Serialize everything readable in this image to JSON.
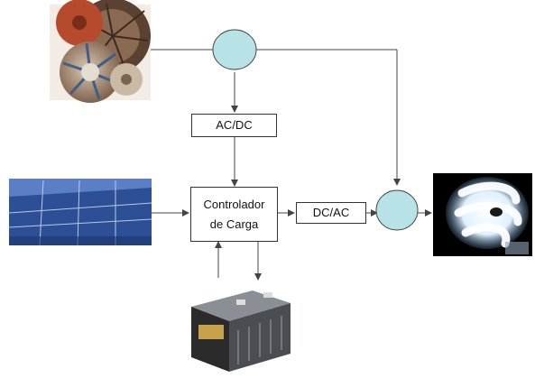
{
  "boxes": {
    "acdc": {
      "label": "AC/DC"
    },
    "controller": {
      "line1": "Controlador",
      "line2": "de Carga"
    },
    "dcac": {
      "label": "DC/AC"
    }
  },
  "colors": {
    "node_fill": "#b7e3e6",
    "line": "#444444",
    "box_border": "#333333",
    "solar_panel": "#2d4f96",
    "lamp_glow": "#e8f4ff"
  },
  "images": {
    "turbine": "wind-turbine-blades-image",
    "solar": "solar-panel-image",
    "battery": "car-battery-image",
    "lamp": "cfl-lamp-image"
  }
}
